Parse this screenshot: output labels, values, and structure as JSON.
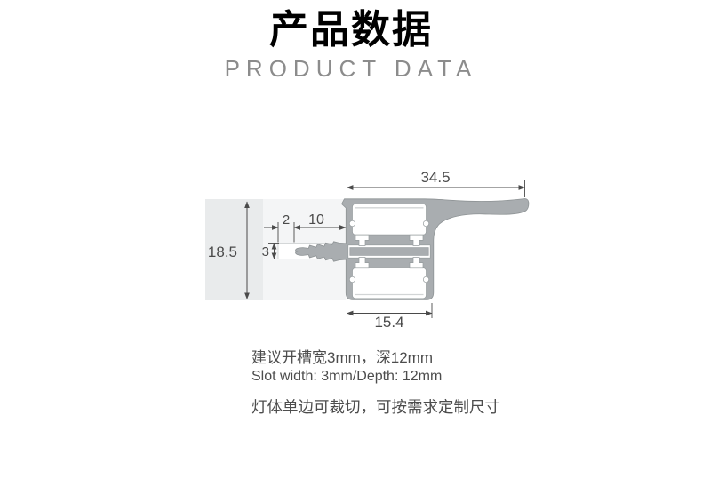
{
  "header": {
    "title_cn": "产品数据",
    "title_en": "PRODUCT DATA"
  },
  "diagram": {
    "type": "led-profile-cross-section",
    "dims": {
      "top_width": "34.5",
      "wall_height": "18.5",
      "tip_gap": "2",
      "spike_length": "10",
      "slot_height": "3",
      "bottom_width": "15.4"
    }
  },
  "notes": {
    "slot_cn": "建议开槽宽3mm，深12mm",
    "slot_en": "Slot width: 3mm/Depth: 12mm",
    "custom_cn": "灯体单边可裁切，可按需求定制尺寸"
  },
  "colors": {
    "profile_gray": "#a9adb0",
    "profile_edge": "#8e9395",
    "wall_light_gray": "#e9ebec",
    "wall_faint_gray": "#f4f5f6",
    "dimension_text": "#4a4a4a",
    "title_en_gray": "#8c8c8c",
    "note_text": "#4d4d4d"
  }
}
